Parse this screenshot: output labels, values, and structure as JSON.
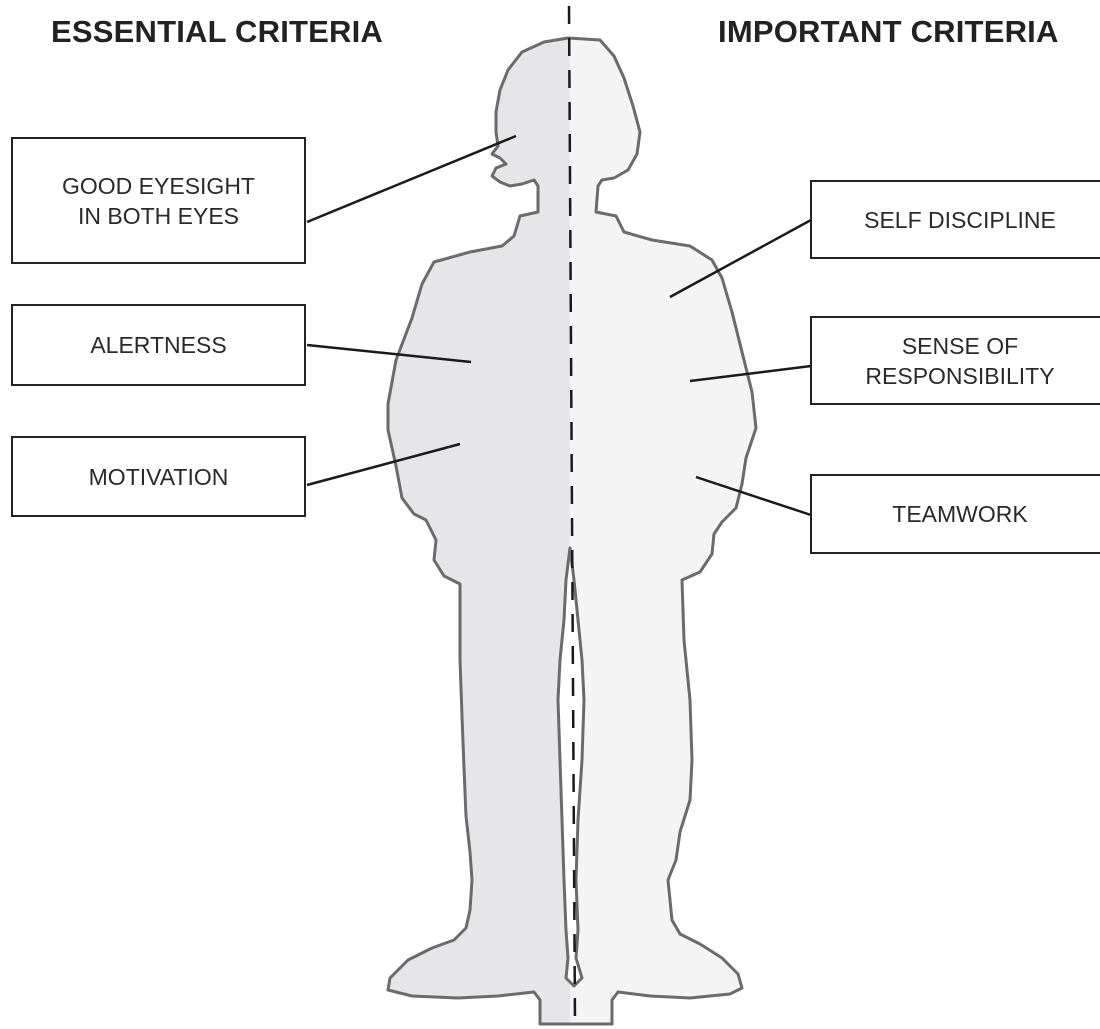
{
  "headings": {
    "essential": "ESSENTIAL CRITERIA",
    "important": "IMPORTANT CRITERIA"
  },
  "essential_criteria": [
    "GOOD EYESIGHT\nIN BOTH EYES",
    "ALERTNESS",
    "MOTIVATION"
  ],
  "important_criteria": [
    "SELF DISCIPLINE",
    "SENSE OF\nRESPONSIBILITY",
    "TEAMWORK"
  ],
  "colors": {
    "silhouette_left": "#e6e6e8",
    "silhouette_right": "#f4f4f4",
    "outline": "#6b6b6b",
    "lines": "#1a1a1a"
  }
}
